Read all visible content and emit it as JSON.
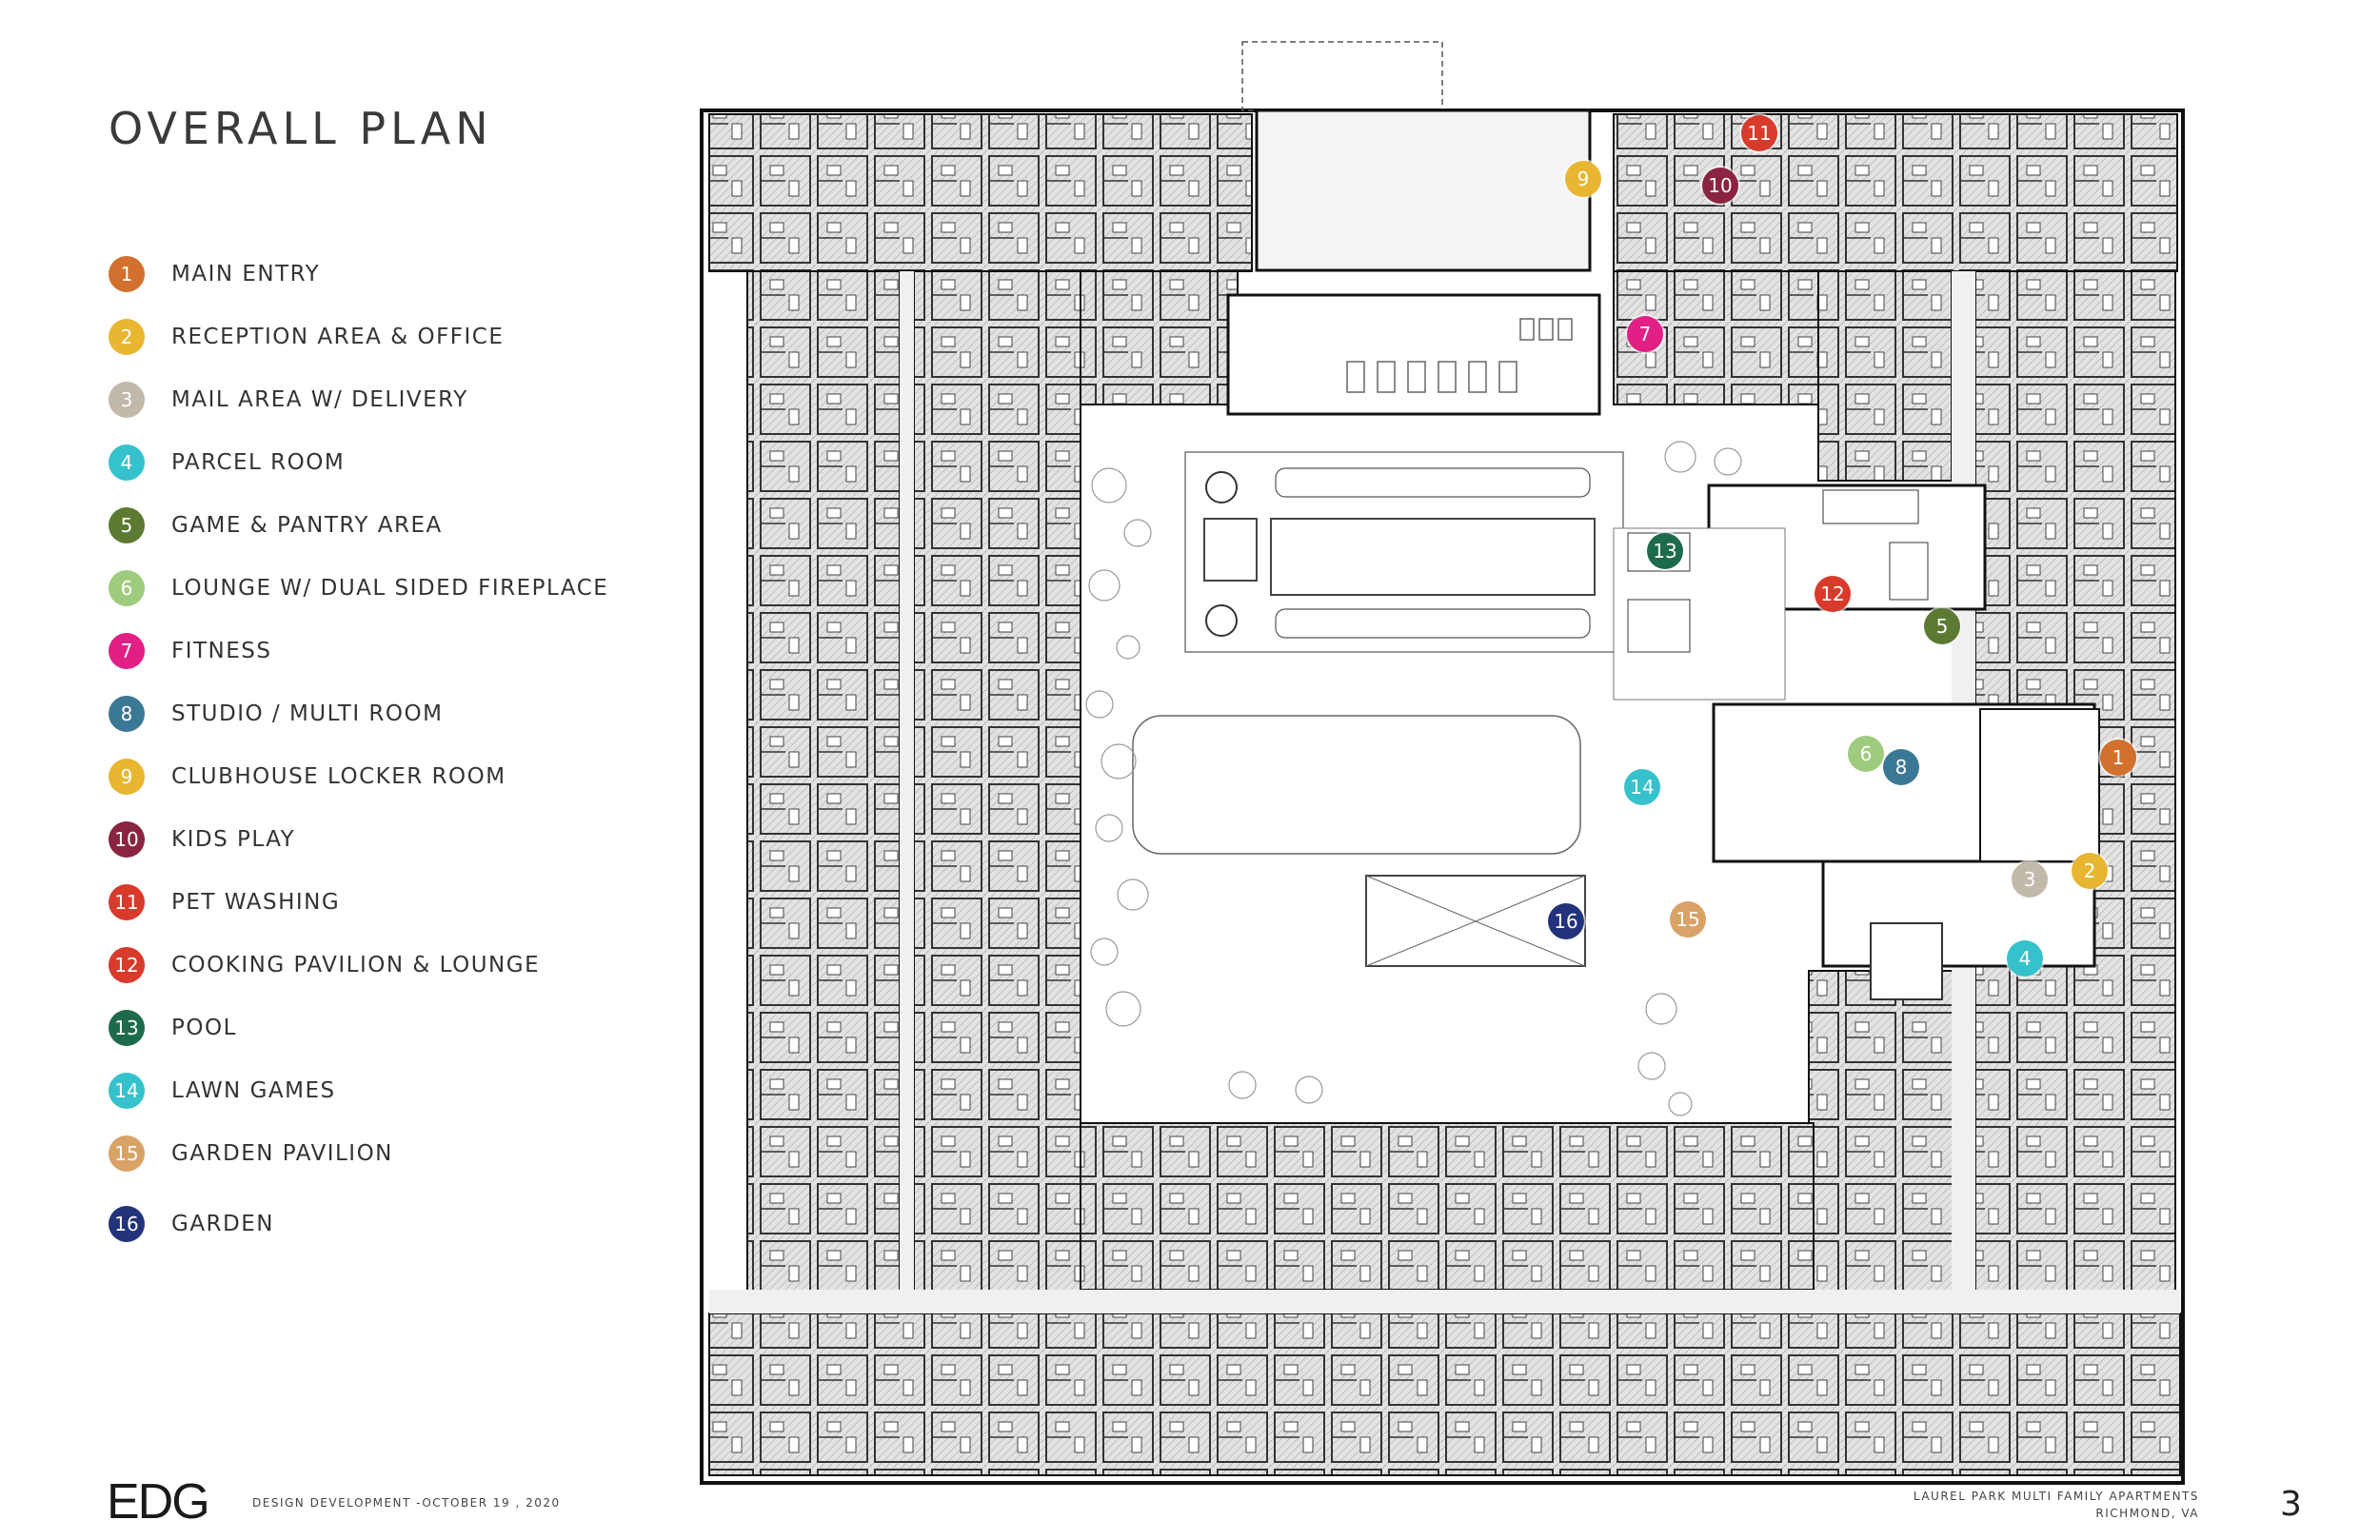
{
  "page": {
    "title": "OVERALL PLAN",
    "logo": "EDG",
    "design_note": "DESIGN DEVELOPMENT -OCTOBER 19 , 2020",
    "project_name": "LAUREL PARK MULTI FAMILY APARTMENTS",
    "project_location": "RICHMOND, VA",
    "page_number": "3"
  },
  "legend": [
    {
      "num": "1",
      "label": "MAIN ENTRY",
      "color": "#d2702e"
    },
    {
      "num": "2",
      "label": "RECEPTION AREA & OFFICE",
      "color": "#e8b630"
    },
    {
      "num": "3",
      "label": "MAIL AREA W/ DELIVERY",
      "color": "#c1b9a9"
    },
    {
      "num": "4",
      "label": "PARCEL ROOM",
      "color": "#36c2cc"
    },
    {
      "num": "5",
      "label": "GAME & PANTRY AREA",
      "color": "#5c7a31"
    },
    {
      "num": "6",
      "label": "LOUNGE W/ DUAL SIDED FIREPLACE",
      "color": "#9fcb7f"
    },
    {
      "num": "7",
      "label": "FITNESS",
      "color": "#e21f84"
    },
    {
      "num": "8",
      "label": "STUDIO / MULTI ROOM",
      "color": "#3b7895"
    },
    {
      "num": "9",
      "label": "CLUBHOUSE LOCKER ROOM",
      "color": "#e8b630"
    },
    {
      "num": "10",
      "label": "KIDS PLAY",
      "color": "#8a2440"
    },
    {
      "num": "11",
      "label": "PET WASHING",
      "color": "#d83a2c"
    },
    {
      "num": "12",
      "label": "COOKING PAVILION & LOUNGE",
      "color": "#d83a2c"
    },
    {
      "num": "13",
      "label": "POOL",
      "color": "#1d6b4c"
    },
    {
      "num": "14",
      "label": "LAWN GAMES",
      "color": "#36c2cc"
    },
    {
      "num": "15",
      "label": "GARDEN PAVILION",
      "color": "#d9a266"
    },
    {
      "num": "16",
      "label": "GARDEN",
      "color": "#22337b"
    }
  ]
}
